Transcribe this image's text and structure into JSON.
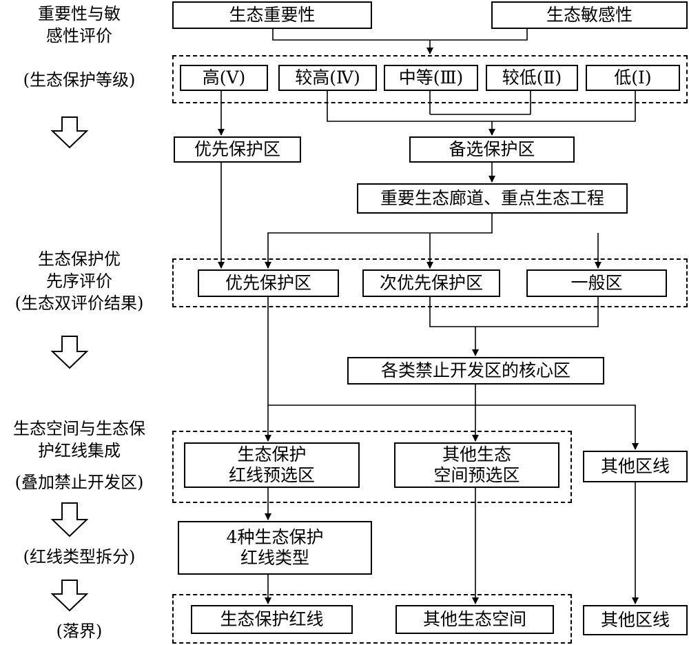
{
  "side_labels": {
    "s1_line1": "重要性与敏",
    "s1_line2": "感性评价",
    "s1_sub": "(生态保护等级)",
    "s2_line1": "生态保护优",
    "s2_line2": "先序评价",
    "s2_sub": "(生态双评价结果)",
    "s3_line1": "生态空间与生态保",
    "s3_line2": "护红线集成",
    "s3_sub": "(叠加禁止开发区)",
    "s4_sub": "(红线类型拆分)",
    "s5_sub": "(落界)"
  },
  "nodes": {
    "eco_importance": "生态重要性",
    "eco_sensitivity": "生态敏感性",
    "level_high": "高(Ⅴ)",
    "level_higher": "较高(Ⅳ)",
    "level_medium": "中等(Ⅲ)",
    "level_lower": "较低(Ⅱ)",
    "level_low": "低(Ⅰ)",
    "priority_zone_1": "优先保护区",
    "candidate_zone": "备选保护区",
    "corridor": "重要生态廊道、重点生态工程",
    "priority_zone_2": "优先保护区",
    "secondary_zone": "次优先保护区",
    "general_zone": "一般区",
    "core_zone": "各类禁止开发区的核心区",
    "redline_pre_1": "生态保护",
    "redline_pre_2": "红线预选区",
    "other_space_pre_1": "其他生态",
    "other_space_pre_2": "空间预选区",
    "other_line_1": "其他区线",
    "types_1": "4种生态保护",
    "types_2": "红线类型",
    "redline_final": "生态保护红线",
    "other_space_final": "其他生态空间",
    "other_line_2": "其他区线"
  }
}
